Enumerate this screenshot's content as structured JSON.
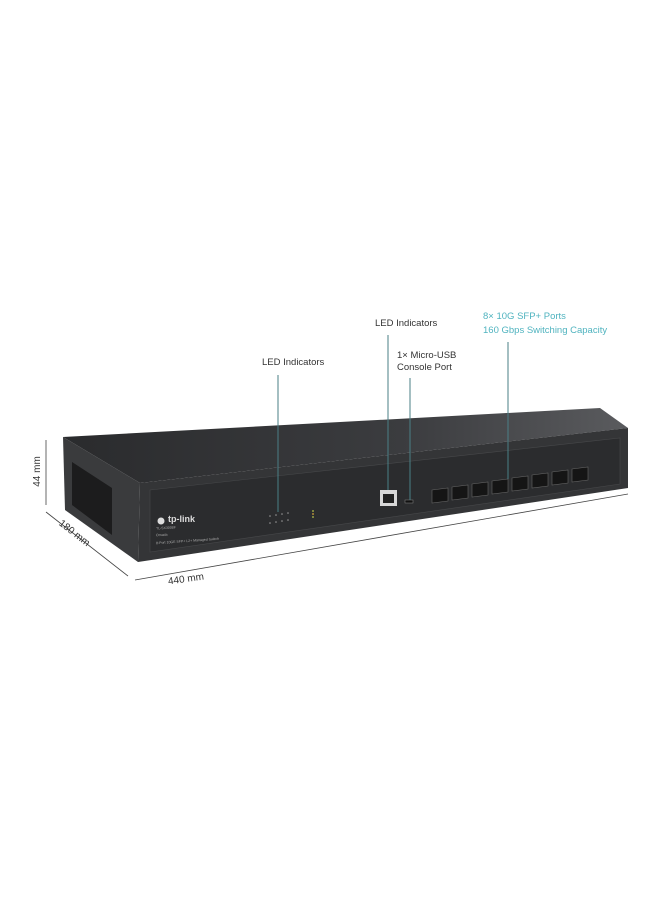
{
  "product": {
    "brand": "tp-link",
    "model": "TL-SX3008F",
    "subtitle": "Omada",
    "description": "8-Port 10GE SFP+ L2+ Managed Switch"
  },
  "callouts": {
    "led_left": "LED Indicators",
    "led_center": "LED Indicators",
    "console_line1": "1× Micro-USB",
    "console_line2": "Console Port",
    "sfp_line1": "8× 10G SFP+ Ports",
    "sfp_line2": "160 Gbps Switching Capacity"
  },
  "dimensions": {
    "height": "44 mm",
    "depth": "180 mm",
    "width": "440 mm"
  },
  "colors": {
    "accent": "#4fb3bf",
    "body": "#2e2f31",
    "text": "#333333"
  }
}
